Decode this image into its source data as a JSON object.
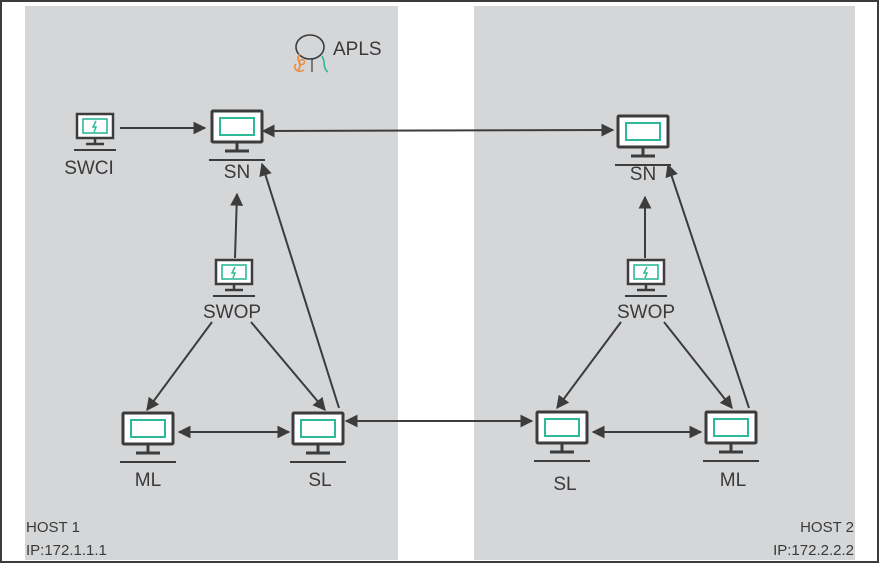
{
  "colors": {
    "panel": "#d5d6d8",
    "border": "#3c3c3c",
    "arrow": "#3c3c3c",
    "screen": "#2eb998",
    "icon_fill": "#ffffff",
    "app_orange": "#e98a3d"
  },
  "app": {
    "label": "APLS",
    "icon": "apls-logo-icon"
  },
  "hosts": [
    {
      "name": "HOST 1",
      "ip": "IP:172.1.1.1"
    },
    {
      "name": "HOST 2",
      "ip": "IP:172.2.2.2"
    }
  ],
  "nodes": {
    "h1_swci": {
      "label": "SWCI",
      "icon": "monitor-bolt-icon"
    },
    "h1_sn": {
      "label": "SN",
      "icon": "monitor-icon"
    },
    "h1_swop": {
      "label": "SWOP",
      "icon": "monitor-bolt-icon"
    },
    "h1_ml": {
      "label": "ML",
      "icon": "monitor-icon"
    },
    "h1_sl": {
      "label": "SL",
      "icon": "monitor-icon"
    },
    "h2_sn": {
      "label": "SN",
      "icon": "monitor-icon"
    },
    "h2_swop": {
      "label": "SWOP",
      "icon": "monitor-bolt-icon"
    },
    "h2_sl": {
      "label": "SL",
      "icon": "monitor-icon"
    },
    "h2_ml": {
      "label": "ML",
      "icon": "monitor-icon"
    }
  },
  "edges": [
    {
      "from": "h1_swci",
      "to": "h1_sn",
      "direction": "forward"
    },
    {
      "from": "h1_sn",
      "to": "h2_sn",
      "direction": "both"
    },
    {
      "from": "h1_swop",
      "to": "h1_sn",
      "direction": "forward"
    },
    {
      "from": "h1_swop",
      "to": "h1_ml",
      "direction": "forward"
    },
    {
      "from": "h1_swop",
      "to": "h1_sl",
      "direction": "forward"
    },
    {
      "from": "h1_sl",
      "to": "h1_sn",
      "direction": "forward"
    },
    {
      "from": "h1_ml",
      "to": "h1_sl",
      "direction": "both"
    },
    {
      "from": "h1_sl",
      "to": "h2_sl",
      "direction": "both"
    },
    {
      "from": "h2_swop",
      "to": "h2_sn",
      "direction": "forward"
    },
    {
      "from": "h2_swop",
      "to": "h2_sl",
      "direction": "forward"
    },
    {
      "from": "h2_swop",
      "to": "h2_ml",
      "direction": "forward"
    },
    {
      "from": "h2_ml",
      "to": "h2_sn",
      "direction": "forward"
    },
    {
      "from": "h2_sl",
      "to": "h2_ml",
      "direction": "both"
    }
  ]
}
